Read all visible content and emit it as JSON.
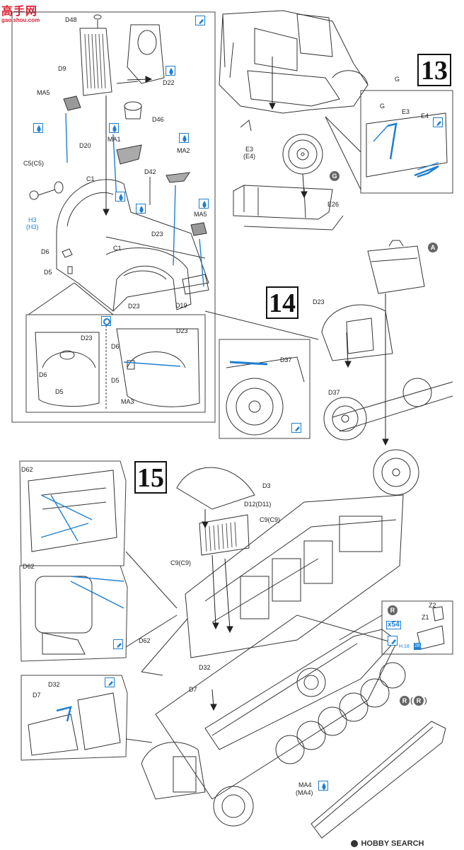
{
  "watermark_top": {
    "site_cn": "高手网",
    "url": "gao.shou.com"
  },
  "watermark_bottom": {
    "brand": "HOBBY SEARCH"
  },
  "colors": {
    "line": "#333333",
    "accent": "#1e7fd0",
    "badge": "#666666"
  },
  "step13": {
    "number": "13",
    "labels": {
      "G_top": "G",
      "G_inset": "G",
      "E3_inset": "E3",
      "E4_inset": "E4",
      "E3_main": "E3",
      "E4_main": "(E4)",
      "E26": "E26",
      "D48": "D48",
      "D9": "D9",
      "D22": "D22",
      "MA5_top": "MA5",
      "D46": "D46",
      "MA1": "MA1",
      "D20": "D20",
      "MA2": "MA2",
      "C5": "C5(C5)",
      "C1_top": "C1",
      "D42": "D42",
      "H3": "H3",
      "H3p": "(H3)",
      "MA5_right": "MA5",
      "C1_mid": "C1",
      "D23_mid": "D23",
      "D6": "D6",
      "D5": "D5",
      "D23_bot": "D23",
      "D19": "D19",
      "in_D23a": "D23",
      "in_D6a": "D6",
      "in_D5a": "D5",
      "in_D23b": "D23",
      "in_D6b": "D6",
      "in_D5b": "D5",
      "in_MA3": "MA3"
    },
    "callout": "G"
  },
  "step14": {
    "number": "14",
    "labels": {
      "D23": "D23",
      "D37_inset": "D37",
      "D37": "D37"
    },
    "callout": "A"
  },
  "step15": {
    "number": "15",
    "labels": {
      "D62_top": "D62",
      "D3": "D3",
      "D12": "D12(D11)",
      "C9_right": "C9(C9)",
      "C9_left": "C9(C9)",
      "D62_mid": "D62",
      "D62_left": "D62",
      "D32_main": "D32",
      "D7_main": "D7",
      "D32_inset": "D32",
      "D7_inset": "D7",
      "MA4": "MA4",
      "MA4p": "(MA4)",
      "Z2": "Z2",
      "Z1": "Z1",
      "x54": "x54",
      "H18": "H.18",
      "H28": "28"
    },
    "callout_R": "R",
    "callout_R2_a": "R",
    "callout_R2_b": "R"
  }
}
